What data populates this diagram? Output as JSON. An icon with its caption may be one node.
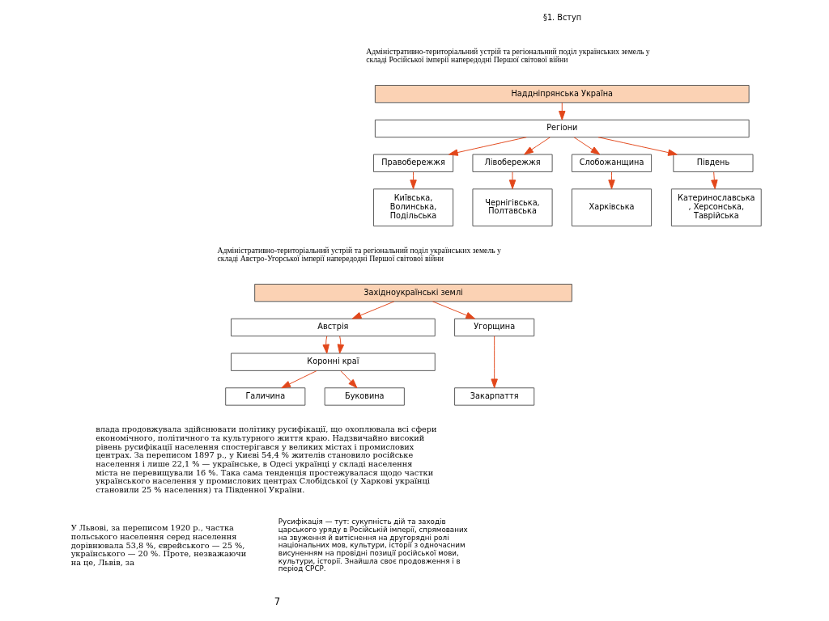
{
  "diagram": {
    "nodes": [
      {
        "text": [
          "Наддніпрянська Україна"
        ]
      },
      {
        "text": [
          "Регіони"
        ]
      },
      {
        "text": [
          "Правобережжя"
        ]
      },
      {
        "text": [
          "Лівобережжя"
        ]
      },
      {
        "text": [
          "Слобожанщина"
        ]
      },
      {
        "text": [
          "Південь"
        ]
      },
      {
        "text": [
          "Київська, Волинська, Подільська"
        ]
      },
      {
        "text": [
          "Чернігівська, Полтавська"
        ]
      },
      {
        "text": [
          "Харківська"
        ]
      },
      {
        "text": [
          "Катеринославська, Херсонська, Таврійська"
        ]
      },
      {
        "text": [
          "Західноукраїнські землі"
        ]
      },
      {
        "text": [
          "Австрія"
        ]
      },
      {
        "text": [
          "Угорщина"
        ]
      },
      {
        "text": [
          "Коронні краї"
        ]
      },
      {
        "text": [
          "Галичина"
        ]
      },
      {
        "text": [
          "Буковина"
        ]
      },
      {
        "text": [
          "Закарпаття"
        ]
      }
    ],
    "edges": [
      {
        "from": 0,
        "to": 1,
        "arrow": "to"
      },
      {
        "from": 1,
        "to": 2,
        "arrow": "to"
      },
      {
        "from": 1,
        "to": 3,
        "arrow": "to"
      },
      {
        "from": 1,
        "to": 4,
        "arrow": "to"
      },
      {
        "from": 1,
        "to": 5,
        "arrow": "to"
      },
      {
        "from": 2,
        "to": 6,
        "arrow": "to"
      },
      {
        "from": 3,
        "to": 7,
        "arrow": "to"
      },
      {
        "from": 4,
        "to": 8,
        "arrow": "to"
      },
      {
        "from": 5,
        "to": 9,
        "arrow": "to"
      },
      {
        "from": 10,
        "to": 11,
        "arrow": "to"
      },
      {
        "from": 10,
        "to": 12,
        "arrow": "to"
      },
      {
        "from": 11,
        "to": 13,
        "arrow": "to"
      },
      {
        "from": 11,
        "to": 13,
        "arrow": "to"
      },
      {
        "from": 13,
        "to": 14,
        "arrow": "to"
      },
      {
        "from": 13,
        "to": 15,
        "arrow": "to"
      },
      {
        "from": 12,
        "to": 16,
        "arrow": "to"
      }
    ],
    "labels": [
      "§1. Вступ",
      "Адміністративно-територіальний устрій та регіональний поділ українських земель у складі Російської імперії напередодні Першої світової війни",
      "Адміністративно-територіальний устрій та регіональний поділ українських земель у складі Австро-Угорської імперії напередодні Першої світової війни",
      "влада продовжувала здійснювати політику русифікації, що охоплювала всі сфери економічного, політичного та культурного життя краю. Надзвичайно високий рівень русифікації населення спостерігався у великих містах і промислових центрах. За переписом 1897 р., у Києві 54,4 % жителів становило російське населення і лише 22,1 % — українське, в Одесі українці у складі населення міста не перевищували 16 %. Така сама тенденція простежувалася щодо частки українського населення у промислових центрах Слобідської (у Харкові українці становили 25 % населення) та Південної України.",
      "У Львові, за переписом 1920 р., частка польського населення серед населення дорівнювала 53,8 %, єврейського — 25 %, українського — 20 %. Проте, незважаючи на це, Львів, за",
      "Русифікація — тут: сукупність дій та заходів царського уряду в Російській імперії, спрямованих на звуження й витіснення на другорядні ролі національних мов, культури, історії з одночасним висуненням на провідні позиції російської мови, культури, історії. Знайшла своє продовження і в період СРСР.",
      "7"
    ]
  }
}
